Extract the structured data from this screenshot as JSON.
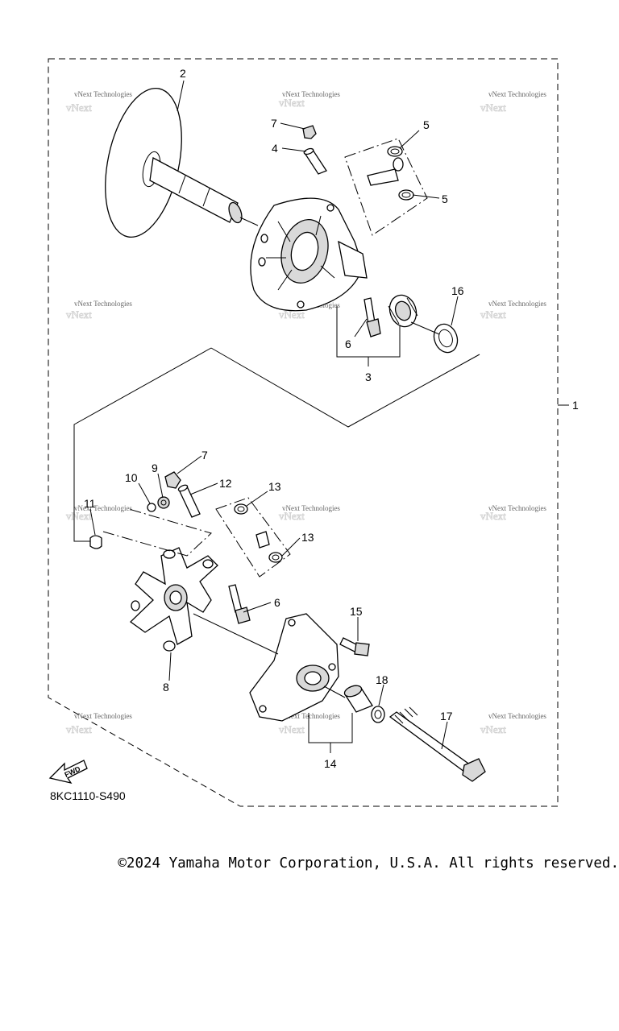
{
  "diagram_code": "8KC1110-S490",
  "direction_label": "FWD",
  "copyright": "©2024 Yamaha Motor Corporation, U.S.A. All rights reserved.",
  "watermark": "vNext Technologies",
  "callouts": [
    "1",
    "2",
    "3",
    "4",
    "5",
    "5",
    "6",
    "6",
    "7",
    "7",
    "8",
    "9",
    "10",
    "11",
    "12",
    "13",
    "13",
    "14",
    "15",
    "16",
    "17",
    "18"
  ]
}
